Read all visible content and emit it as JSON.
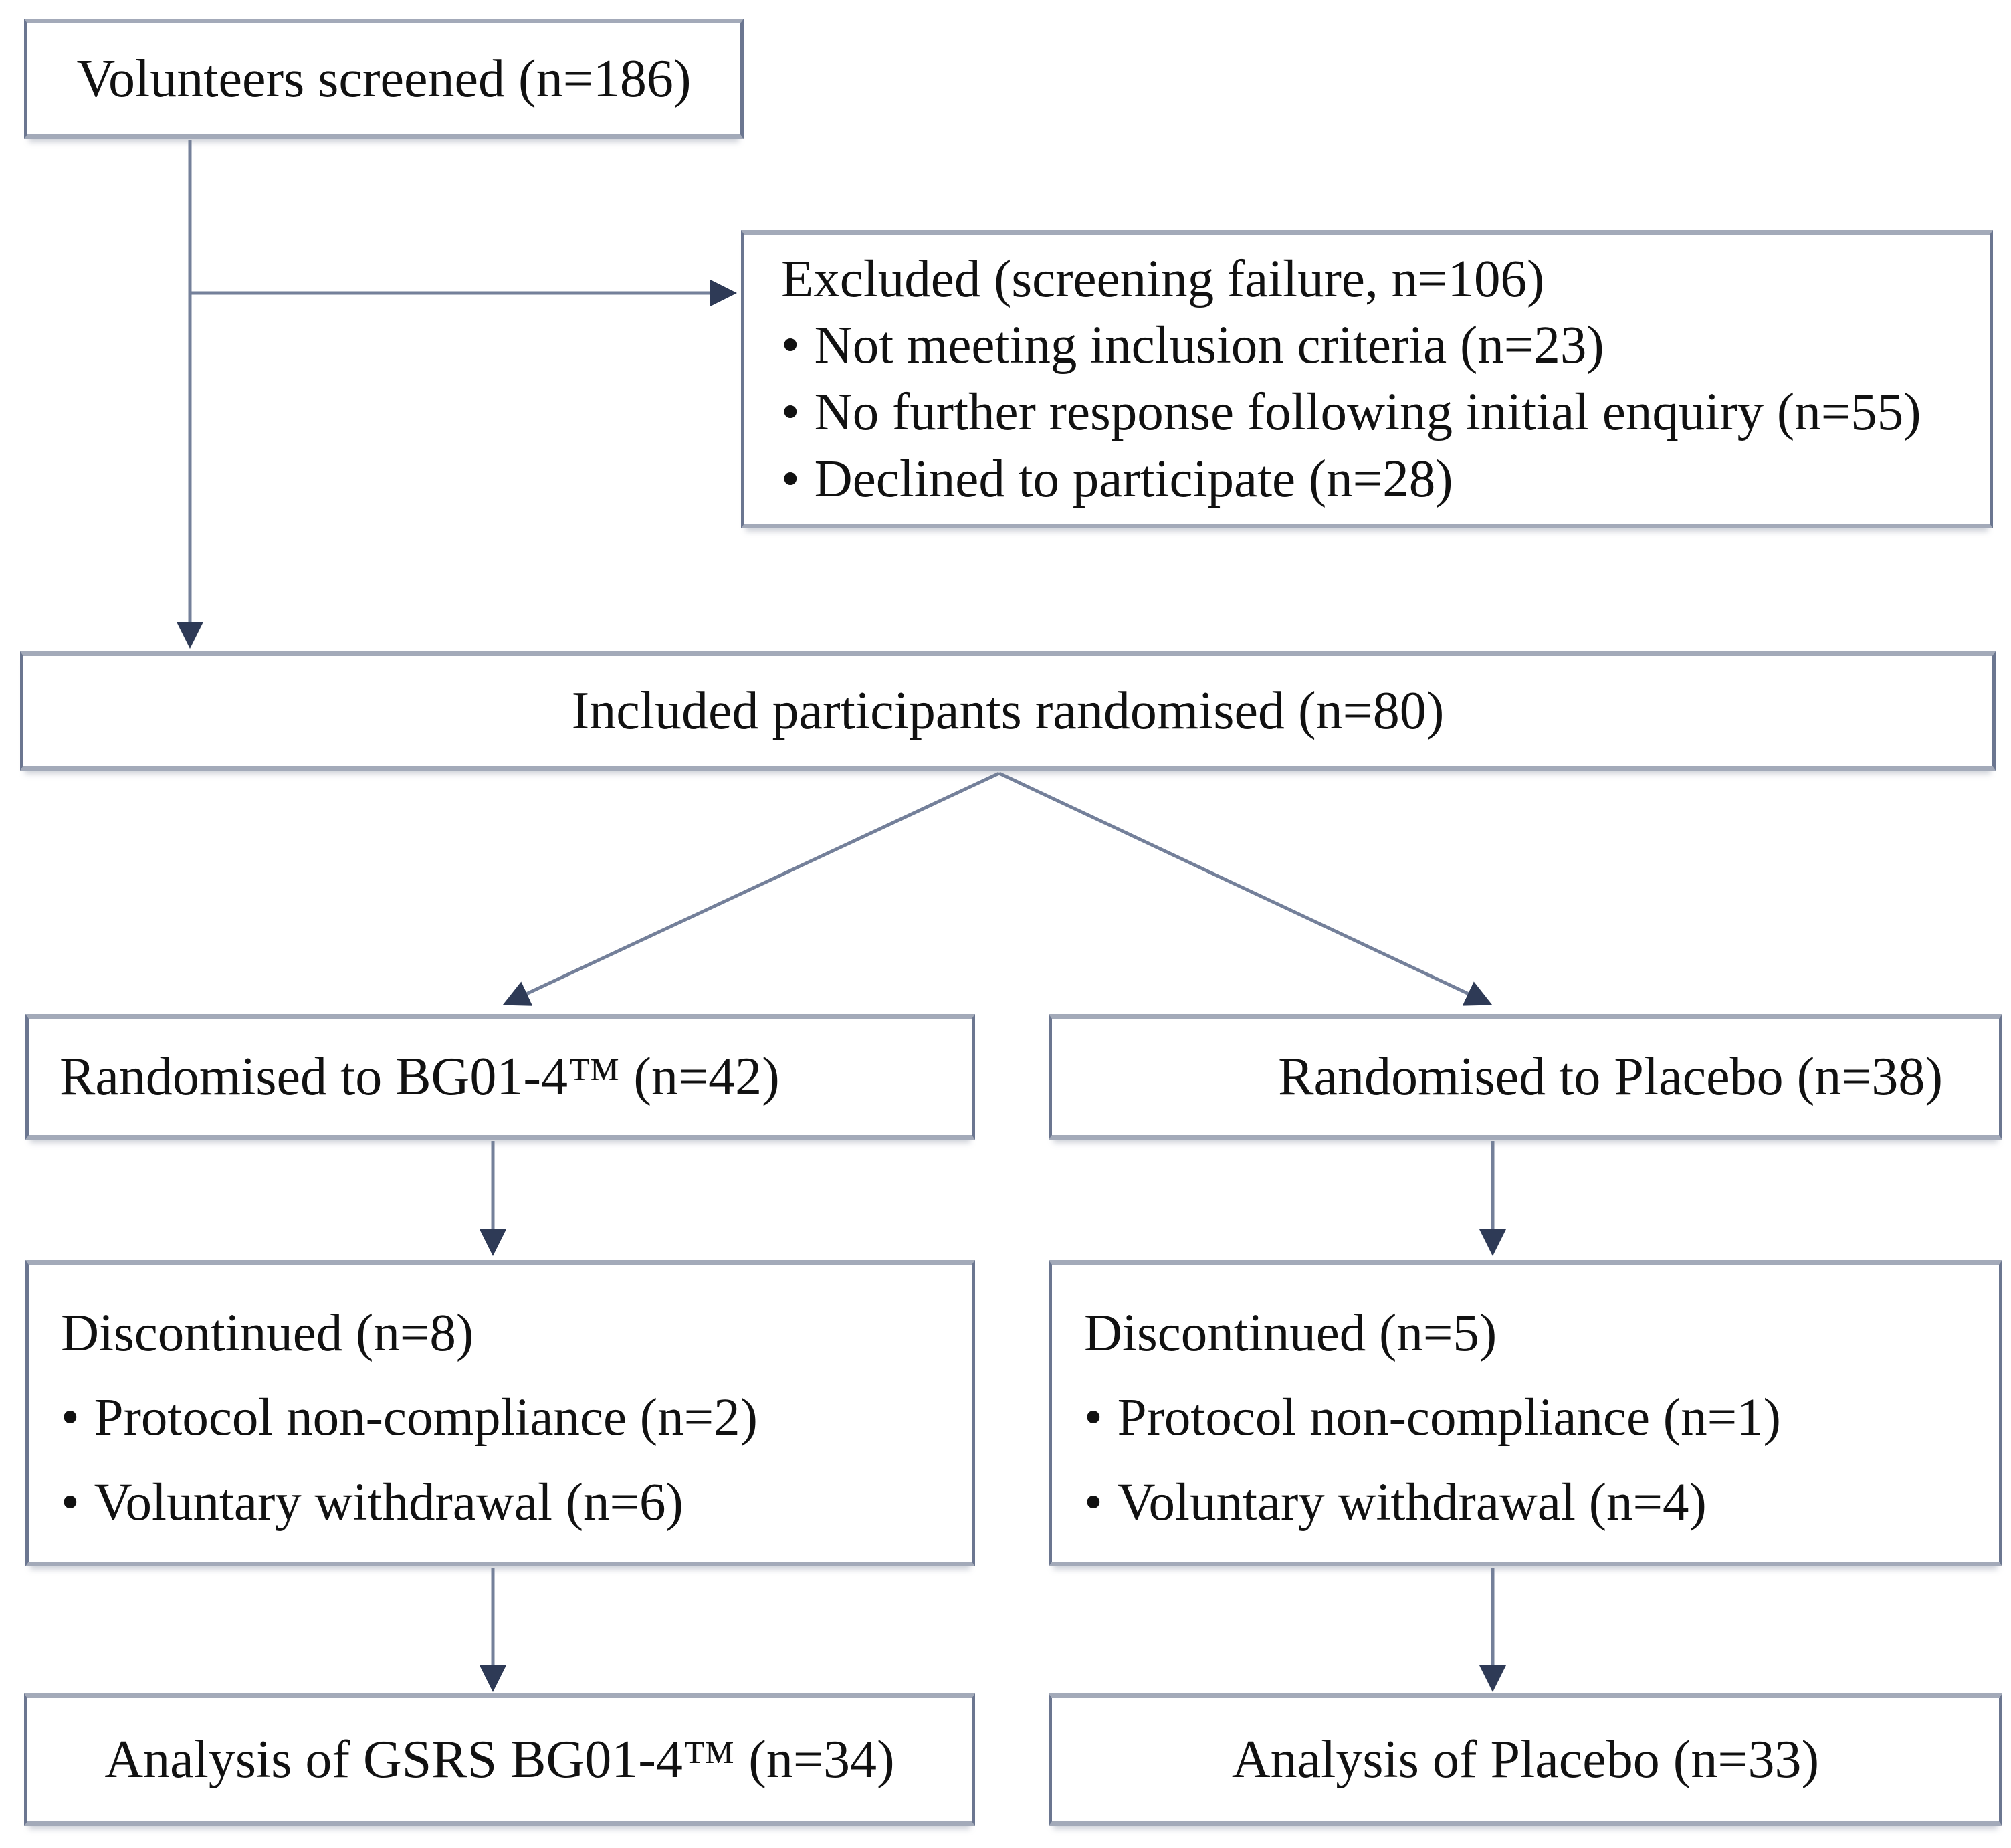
{
  "diagram": {
    "bullet_char": "•",
    "colors": {
      "background": "#ffffff",
      "text": "#111111",
      "border_side": "#6b7690",
      "border_flat": "#a3aab9",
      "line": "#74809a",
      "arrowhead": "#2e3a56"
    },
    "boxes": {
      "screened": {
        "label": "Volunteers screened (n=186)"
      },
      "excluded": {
        "title": "Excluded (screening failure, n=106)",
        "bullets": [
          "Not meeting inclusion criteria (n=23)",
          "No further response following initial enquiry (n=55)",
          "Declined to participate (n=28)"
        ]
      },
      "included": {
        "label": "Included participants randomised (n=80)"
      },
      "arm_bg": {
        "label": "Randomised to BG01-4™ (n=42)"
      },
      "arm_placebo": {
        "label": "Randomised to Placebo (n=38)"
      },
      "disc_bg": {
        "title": "Discontinued (n=8)",
        "bullets": [
          "Protocol non-compliance (n=2)",
          "Voluntary withdrawal (n=6)"
        ]
      },
      "disc_placebo": {
        "title": "Discontinued (n=5)",
        "bullets": [
          "Protocol non-compliance (n=1)",
          "Voluntary withdrawal (n=4)"
        ]
      },
      "analysis_bg": {
        "label": "Analysis of GSRS BG01-4™ (n=34)"
      },
      "analysis_placebo": {
        "label": "Analysis of Placebo (n=33)"
      }
    }
  }
}
